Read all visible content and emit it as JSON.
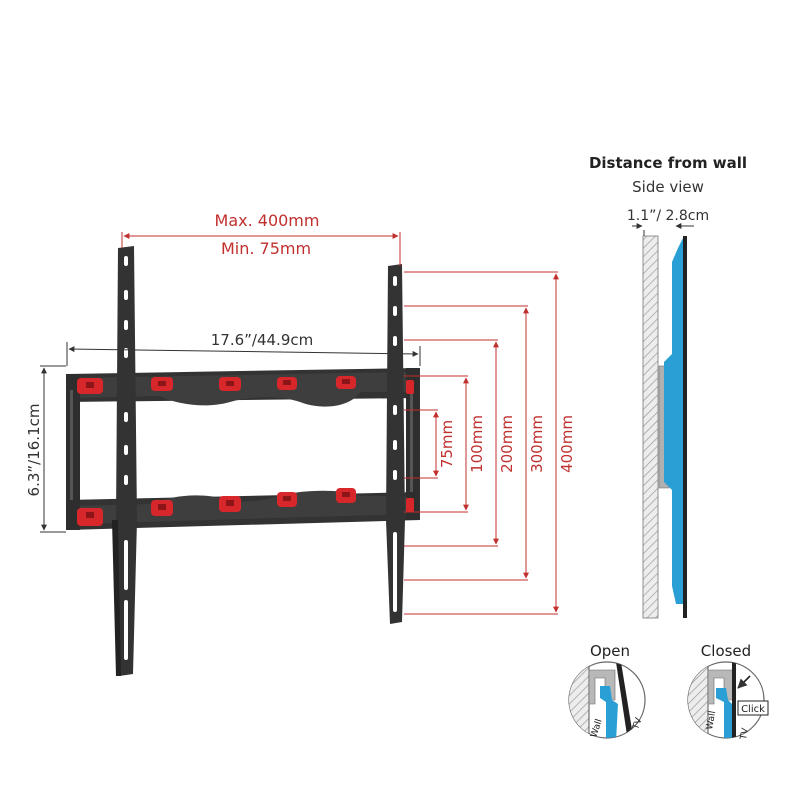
{
  "dimensions": {
    "vesa_max": "Max. 400mm",
    "vesa_min": "Min. 75mm",
    "width": "17.6”/44.9cm",
    "height": "6.3”/16.1cm",
    "vertical_spacings": [
      "75mm",
      "100mm",
      "200mm",
      "300mm",
      "400mm"
    ]
  },
  "side_view": {
    "title": "Distance from wall",
    "subtitle": "Side view",
    "distance": "1.1”/ 2.8cm"
  },
  "lock_detail": {
    "open_label": "Open",
    "closed_label": "Closed",
    "wall_label": "Wall",
    "tv_label": "TV",
    "click_label": "Click"
  },
  "colors": {
    "dimension_line": "#c0302f",
    "bracket": "#3c3c3c",
    "bracket_dark": "#262626",
    "pad_red": "#d8272a",
    "tv_blue": "#2a9fd6",
    "wall_hatch": "#9a9a9a"
  }
}
